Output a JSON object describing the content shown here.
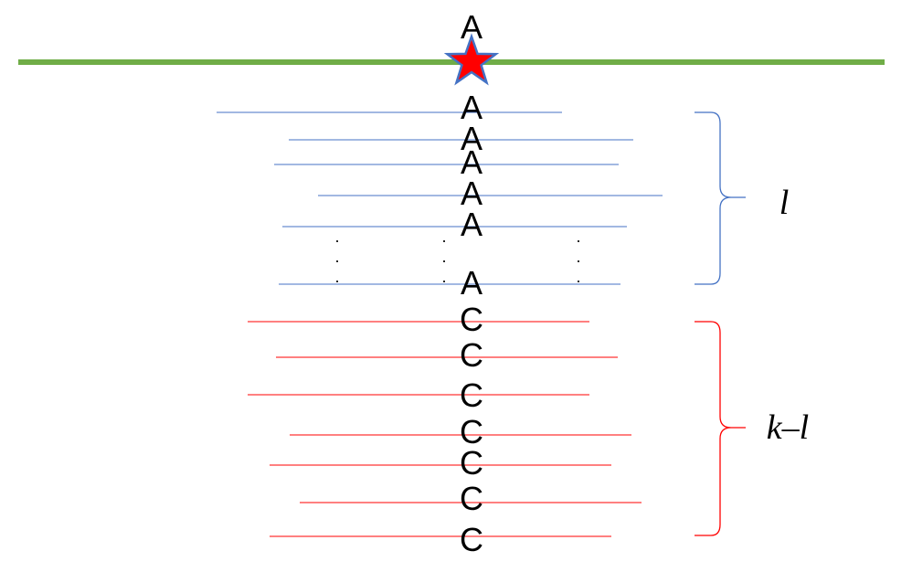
{
  "reference": {
    "base": "A",
    "line_color": "#70ad47",
    "marker": "star-icon",
    "marker_fill": "#ff0000",
    "marker_stroke": "#4472c4"
  },
  "ref_reads": {
    "color": "#4472c4",
    "bases": [
      "A",
      "A",
      "A",
      "A",
      "A",
      "A"
    ],
    "ellipsis": [
      ".",
      ".",
      ".",
      ".",
      ".",
      ".",
      ".",
      ".",
      "."
    ]
  },
  "alt_reads": {
    "color": "#ff0000",
    "bases": [
      "C",
      "C",
      "C",
      "C",
      "C",
      "C",
      "C"
    ]
  },
  "labels": {
    "ref_count": "l",
    "alt_count": "k–l"
  }
}
